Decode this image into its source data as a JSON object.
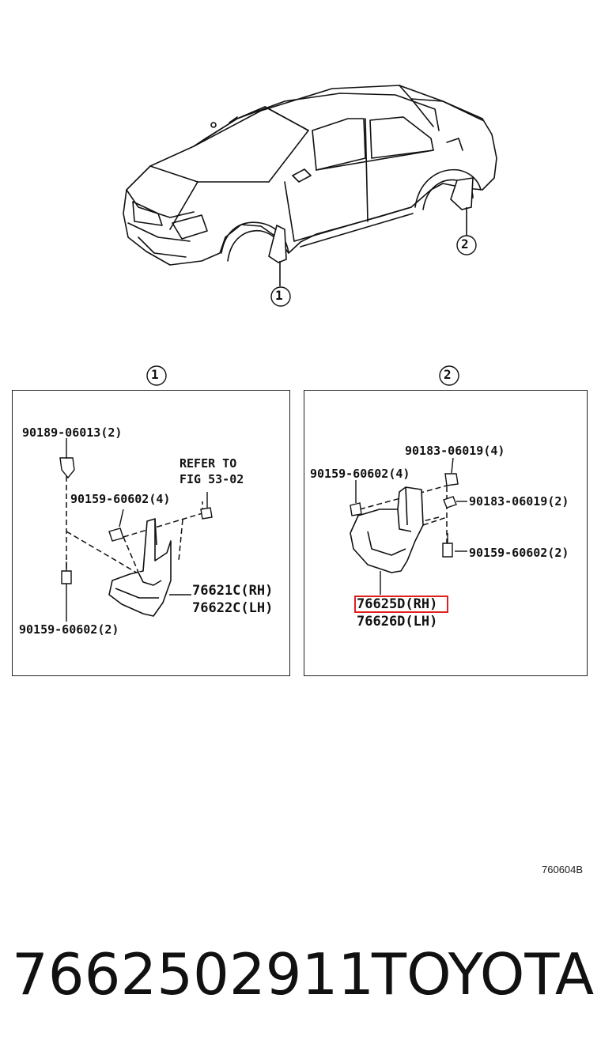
{
  "overview": {
    "callout_1": "①",
    "callout_2": "②"
  },
  "panel_1": {
    "header": "①",
    "labels": {
      "bolt_top": "90189-06013(2)",
      "refer": "REFER TO",
      "fig": "FIG 53-02",
      "screw_mid": "90159-60602(4)",
      "mudguard_rh": "76621C(RH)",
      "mudguard_lh": "76622C(LH)",
      "screw_bottom": "90159-60602(2)"
    }
  },
  "panel_2": {
    "header": "②",
    "labels": {
      "nut_top": "90183-06019(4)",
      "screw_left": "90159-60602(4)",
      "nut_right": "90183-06019(2)",
      "screw_right": "90159-60602(2)",
      "mudguard_rh": "76625D(RH)",
      "mudguard_lh": "76626D(LH)"
    }
  },
  "footer": {
    "ref_code": "760604B",
    "part_number": "7662502911",
    "brand": "TOYOTA"
  },
  "colors": {
    "line": "#111111",
    "highlight": "#e0201f"
  }
}
